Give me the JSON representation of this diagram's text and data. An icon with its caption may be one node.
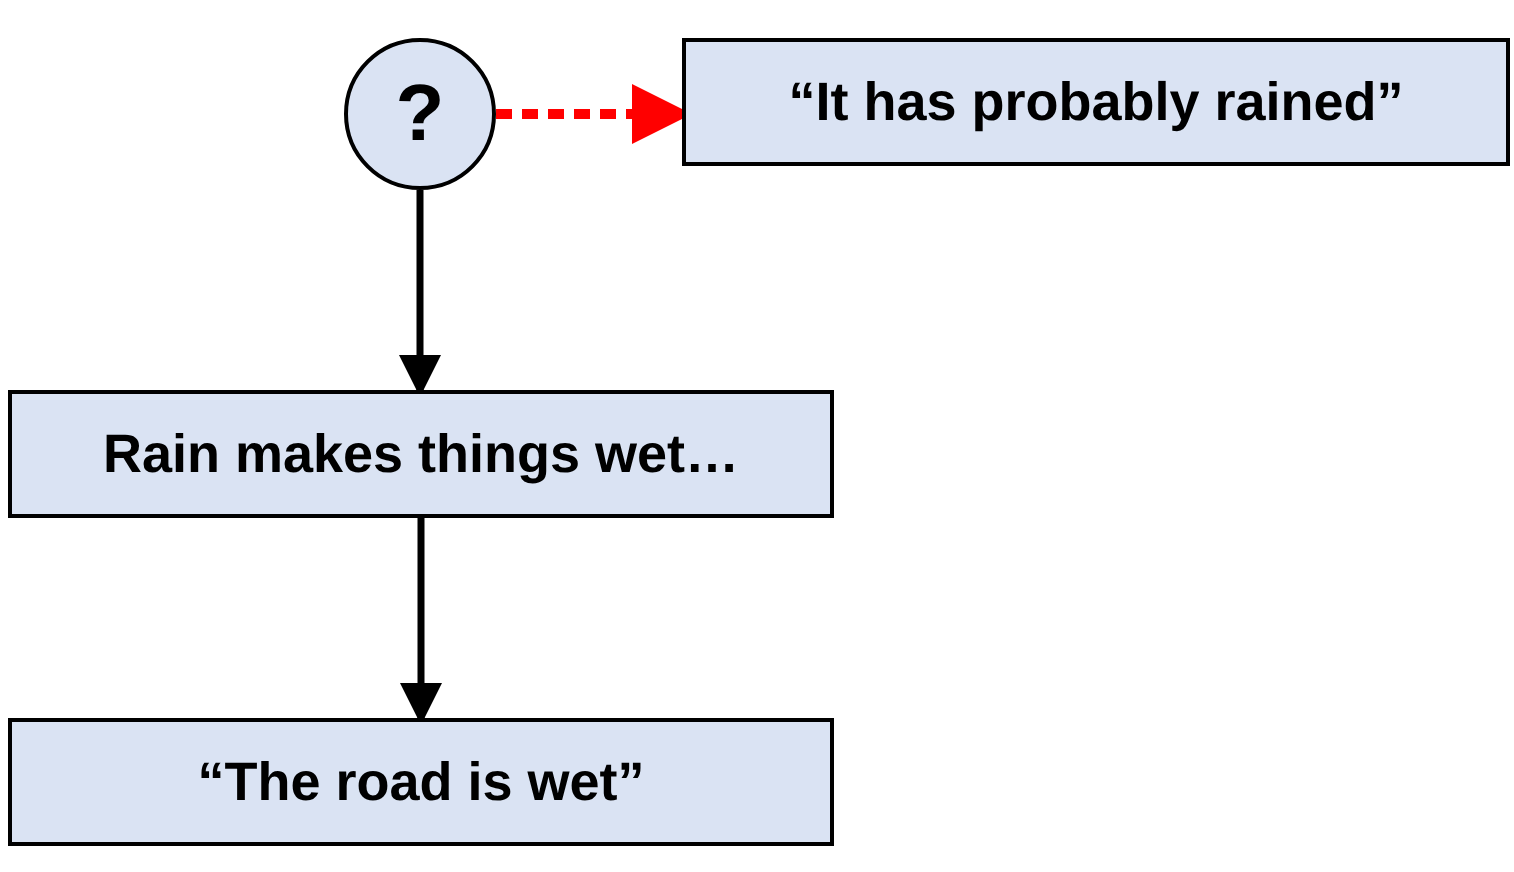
{
  "diagram": {
    "nodes": [
      {
        "text": [
          "?"
        ]
      },
      {
        "text": [
          "“It has probably rained”"
        ]
      },
      {
        "text": [
          "Rain makes things wet…"
        ]
      },
      {
        "text": [
          "“The road is wet”"
        ]
      }
    ],
    "edges": [
      {
        "from": 0,
        "to": 1,
        "arrow": "to",
        "style": "dashed",
        "color": "#ff0000"
      },
      {
        "from": 0,
        "to": 2,
        "arrow": "to"
      },
      {
        "from": 2,
        "to": 3,
        "arrow": "to"
      }
    ]
  }
}
